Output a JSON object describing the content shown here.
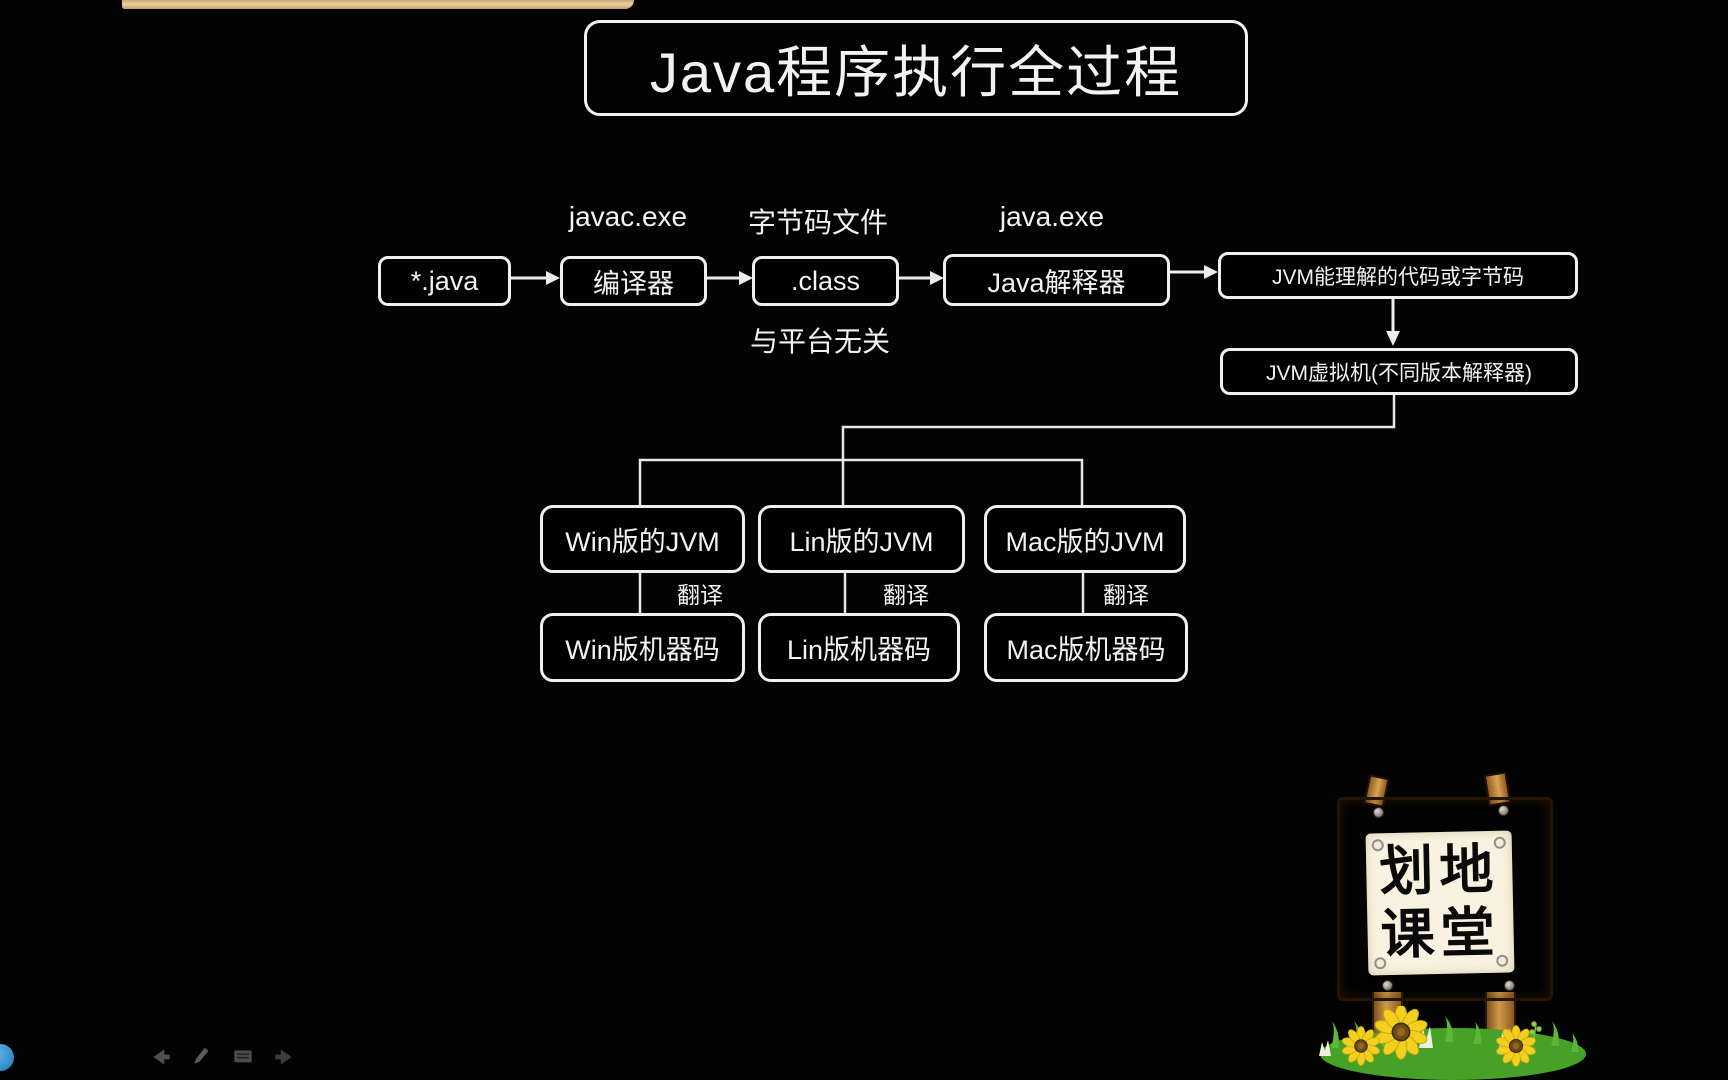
{
  "title": "Java程序执行全过程",
  "pipeline": {
    "label_javac": "javac.exe",
    "label_bytecode_file": "字节码文件",
    "label_java_exe": "java.exe",
    "label_platform_independent": "与平台无关",
    "node_source": "*.java",
    "node_compiler": "编译器",
    "node_class": ".class",
    "node_interpreter": "Java解释器",
    "node_jvm_code": "JVM能理解的代码或字节码",
    "node_jvm_vm": "JVM虚拟机(不同版本解释器)"
  },
  "branches": [
    {
      "jvm": "Win版的JVM",
      "translate_label": "翻译",
      "machine_code": "Win版机器码"
    },
    {
      "jvm": "Lin版的JVM",
      "translate_label": "翻译",
      "machine_code": "Lin版机器码"
    },
    {
      "jvm": "Mac版的JVM",
      "translate_label": "翻译",
      "machine_code": "Mac版机器码"
    }
  ],
  "logo_sign": {
    "line1": "划地",
    "line2": "课堂"
  },
  "toolbar": {
    "icons": [
      "back-arrow",
      "pen",
      "board",
      "forward-arrow"
    ]
  },
  "colors": {
    "background": "#030303",
    "stroke_white": "#f0f0f0",
    "top_strip_tan": "#d9b584",
    "annotation_green": "#35b03a",
    "wood": "#e2a94f",
    "paper": "#f8f3e0",
    "grass": "#47a127",
    "sunflower_yellow": "#f3d01f",
    "toolbar_icon_gray": "#4a4a4a",
    "blue_dot": "#2d8fd5"
  }
}
